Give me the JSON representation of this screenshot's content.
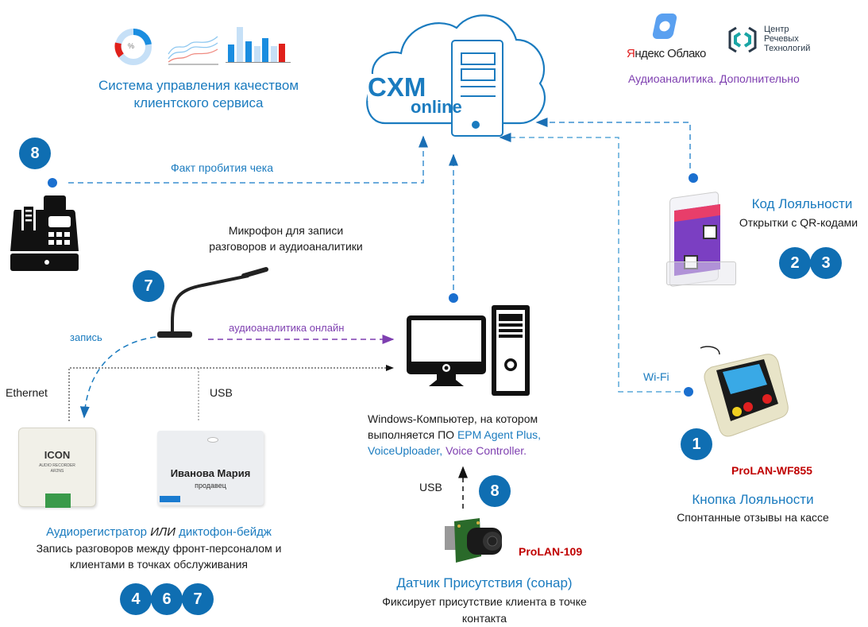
{
  "quality_system": {
    "title_line1": "Система управления качеством",
    "title_line2": "клиентского сервиса",
    "donut_label": "%"
  },
  "cloud": {
    "brand_line1": "CXM",
    "brand_line2": "online"
  },
  "partners": {
    "yandex_red": "Я",
    "yandex_rest": "ндекс Облако",
    "stc_line1": "Центр",
    "stc_line2": "Речевых",
    "stc_line3": "Технологий",
    "caption": "Аудиоаналитика. Дополнительно"
  },
  "receipt": {
    "badge": "8",
    "label": "Факт пробития чека"
  },
  "microphone": {
    "badge": "7",
    "caption_line1": "Микрофон для записи",
    "caption_line2": "разговоров и аудиоаналитики",
    "record_label": "запись",
    "online_label": "аудиоаналитика онлайн"
  },
  "connections": {
    "ethernet": "Ethernet",
    "usb_left": "USB",
    "usb_sonar": "USB",
    "wifi": "Wi-Fi"
  },
  "recorder": {
    "device_brand": "ICON",
    "device_sub1": "AUDIO RECORDER",
    "device_sub2": "AR2NS",
    "badge_name": "Иванова Мария",
    "badge_role": "продавец",
    "title_part1": "Аудиорегистратор ",
    "title_or": "ИЛИ",
    "title_part2": " диктофон-бейдж",
    "desc_line1": "Запись разговоров между фронт-персоналом  и",
    "desc_line2": "клиентами в точках обслуживания",
    "badges": [
      "4",
      "6",
      "7"
    ]
  },
  "computer": {
    "desc_line1": "Windows-Компьютер, на котором",
    "desc_line2_black": "выполняется ПО ",
    "desc_line2_blue": "EPM Agent Plus,",
    "desc_line3_blue": "VoiceUploader,",
    "desc_line3_purple": " Voice Controller."
  },
  "sonar": {
    "badge": "8",
    "model": "ProLAN-109",
    "title": "Датчик Присутствия (сонар)",
    "desc_line1": "Фиксирует присутствие клиента в точке",
    "desc_line2": "контакта"
  },
  "loyalty_code": {
    "title": "Код Лояльности",
    "desc": "Открытки с QR-кодами",
    "badges": [
      "2",
      "3"
    ]
  },
  "loyalty_button": {
    "badge": "1",
    "model": "ProLAN-WF855",
    "title": "Кнопка Лояльности",
    "desc": "Спонтанные отзывы на кассе"
  },
  "colors": {
    "primary_blue": "#0f6eb2",
    "text_blue": "#1a7bbf",
    "purple": "#7e3fb0",
    "model_red": "#c00000"
  }
}
